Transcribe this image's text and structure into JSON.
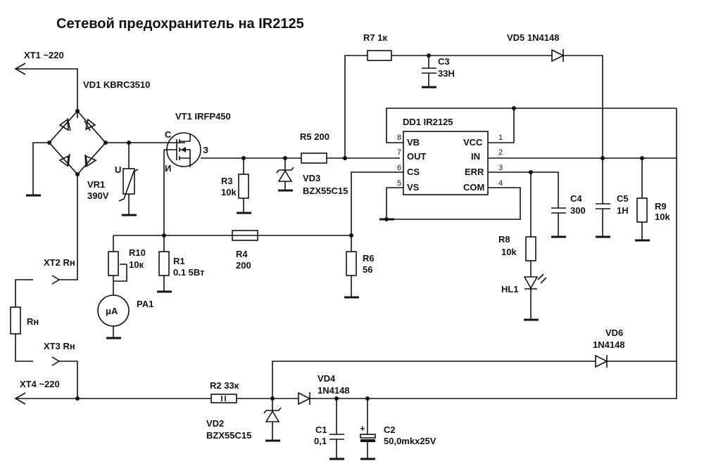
{
  "title": "Сетевой  предохранитель на IR2125",
  "labels": {
    "xt1": "XT1  ~220",
    "vd1": "VD1   KBRC3510",
    "vt1": "VT1    IRFP450",
    "vt1_c": "C",
    "vt1_z": "З",
    "vt1_i": "И",
    "u": "U",
    "vr1": "VR1",
    "vr1_v": "390V",
    "r3": "R3",
    "r3_v": "10k",
    "vd3": "VD3",
    "vd3_v": "BZX55C15",
    "r5": "R5   200",
    "r7": "R7    1к",
    "c3": "C3",
    "c3_v": "33H",
    "vd5": "VD5  1N4148",
    "dd1": "DD1   IR2125",
    "c4": "C4",
    "c4_v": "300",
    "c5": "C5",
    "c5_v": "1H",
    "r9": "R9",
    "r9_v": "10k",
    "r8": "R8",
    "r8_v": "10k",
    "hl1": "HL1",
    "r10": "R10",
    "r10_v": "10к",
    "r1": "R1",
    "r1_v": "0.1  5Вт",
    "r4": "R4",
    "r4_v": "200",
    "r6": "R6",
    "r6_v": "56",
    "pa1": "PA1",
    "ua": "μA",
    "xt2": "XT2  Rн",
    "rn": "Rн",
    "xt3": "XT3  Rн",
    "xt4": "XT4 ~220",
    "r2": "R2  33к",
    "vd2": "VD2",
    "vd2_v": "BZX55C15",
    "vd4": "VD4",
    "vd4_v": "1N4148",
    "vd6": "VD6",
    "vd6_v": "1N4148",
    "c1": "C1",
    "c1_v": "0,1",
    "c2": "C2",
    "c2_v": "50,0mkx25V",
    "c2_plus": "+"
  },
  "ic_pins": {
    "vb": "VB",
    "out": "OUT",
    "cs": "CS",
    "vs": "VS",
    "vcc": "VCC",
    "in": "IN",
    "err": "ERR",
    "com": "COM",
    "p1": "1",
    "p2": "2",
    "p3": "3",
    "p4": "4",
    "p5": "5",
    "p6": "6",
    "p7": "7",
    "p8": "8"
  }
}
